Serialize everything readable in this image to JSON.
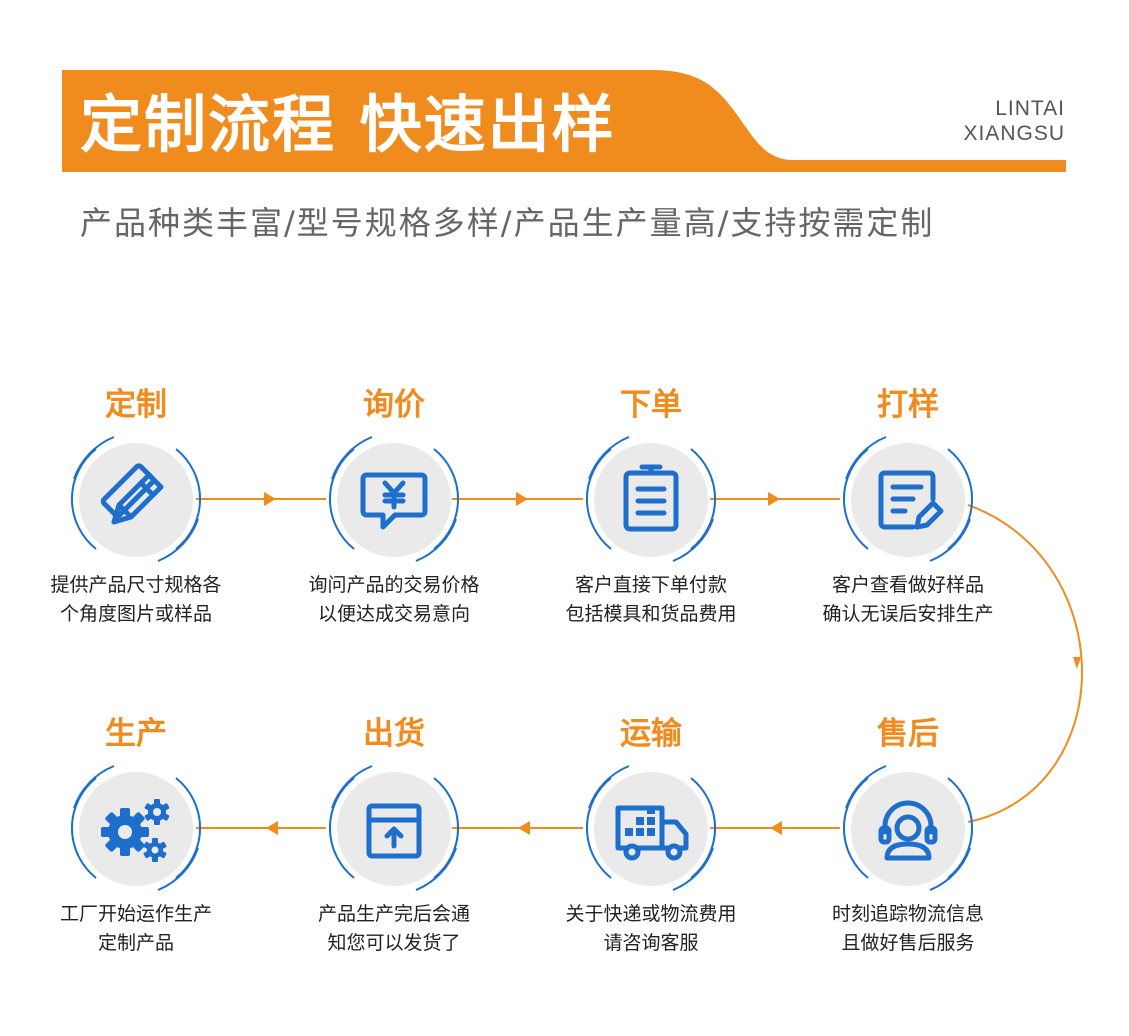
{
  "header": {
    "title": "定制流程 快速出样",
    "brand_line1": "LINTAI",
    "brand_line2": "XIANGSU",
    "subtitle": "产品种类丰富/型号规格多样/产品生产量高/支持按需定制"
  },
  "colors": {
    "accent": "#f08c1e",
    "icon_blue": "#1e6fcc",
    "ring_blue": "#1e6fcc",
    "circle_gray": "#eaeaea"
  },
  "steps": [
    {
      "title": "定制",
      "icon": "pencil-ruler-icon",
      "line1": "提供产品尺寸规格各",
      "line2": "个角度图片或样品"
    },
    {
      "title": "询价",
      "icon": "yen-chat-icon",
      "line1": "询问产品的交易价格",
      "line2": "以便达成交易意向"
    },
    {
      "title": "下单",
      "icon": "clipboard-icon",
      "line1": "客户直接下单付款",
      "line2": "包括模具和货品费用"
    },
    {
      "title": "打样",
      "icon": "form-edit-icon",
      "line1": "客户查看做好样品",
      "line2": "确认无误后安排生产"
    },
    {
      "title": "售后",
      "icon": "headset-user-icon",
      "line1": "时刻追踪物流信息",
      "line2": "且做好售后服务"
    },
    {
      "title": "运输",
      "icon": "delivery-truck-icon",
      "line1": "关于快递或物流费用",
      "line2": "请咨询客服"
    },
    {
      "title": "出货",
      "icon": "package-box-icon",
      "line1": "产品生产完后会通",
      "line2": "知您可以发货了"
    },
    {
      "title": "生产",
      "icon": "gears-icon",
      "line1": "工厂开始运作生产",
      "line2": "定制产品"
    }
  ]
}
